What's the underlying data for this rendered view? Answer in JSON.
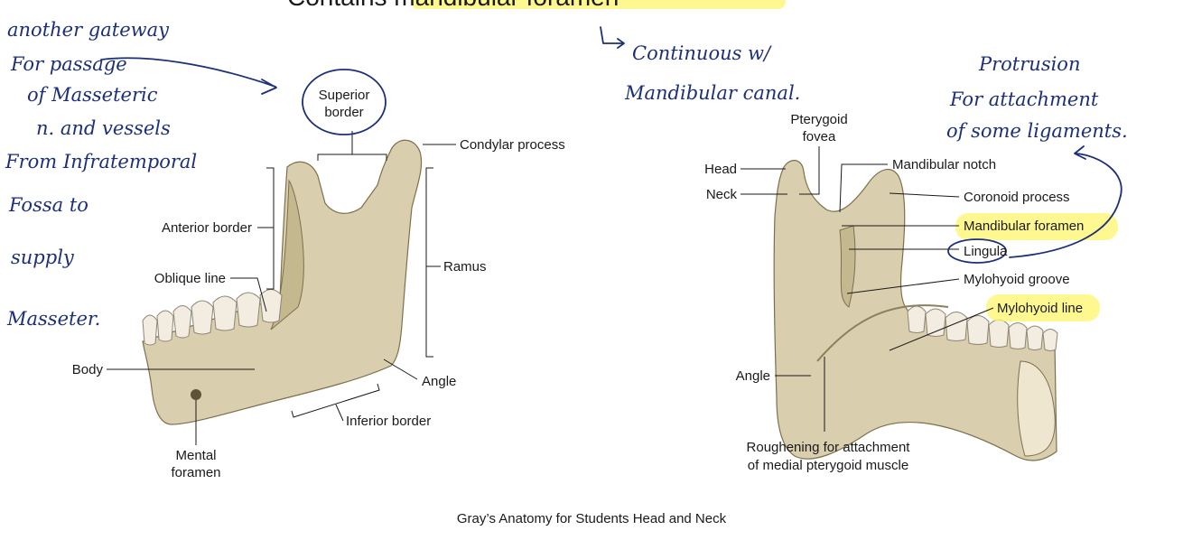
{
  "header": {
    "title_prefix": "Contains ",
    "title_highlight": "mandibular foramen"
  },
  "lateral_view": {
    "labels": {
      "superior_border": [
        "Superior",
        "border"
      ],
      "condylar_process": "Condylar process",
      "anterior_border": "Anterior border",
      "ramus": "Ramus",
      "oblique_line": "Oblique line",
      "body": "Body",
      "angle": "Angle",
      "inferior_border": "Inferior border",
      "mental_foramen": [
        "Mental",
        "foramen"
      ]
    }
  },
  "medial_view": {
    "labels": {
      "pterygoid_fovea": [
        "Pterygoid",
        "fovea"
      ],
      "head": "Head",
      "neck": "Neck",
      "mandibular_notch": "Mandibular notch",
      "coronoid_process": "Coronoid process",
      "mandibular_foramen": "Mandibular foramen",
      "lingula": "Lingula",
      "mylohyoid_groove": "Mylohyoid groove",
      "mylohyoid_line": "Mylohyoid line",
      "angle": "Angle",
      "roughening": [
        "Roughening for attachment",
        "of medial pterygoid muscle"
      ]
    }
  },
  "handwritten_notes": {
    "left": [
      "another gateway",
      "For passage",
      "of Masseteric",
      "n. and vessels",
      "From Infratemporal",
      "Fossa to",
      "supply",
      "Masseter."
    ],
    "middle": [
      "Continuous w/",
      "Mandibular canal."
    ],
    "right": [
      "Protrusion",
      "For attachment",
      "of some ligaments."
    ]
  },
  "source": "Gray’s Anatomy for Students Head and Neck",
  "colors": {
    "highlight": "#fff66b",
    "handwriting": "#1c2f7a",
    "bone": "#d9cfae"
  }
}
